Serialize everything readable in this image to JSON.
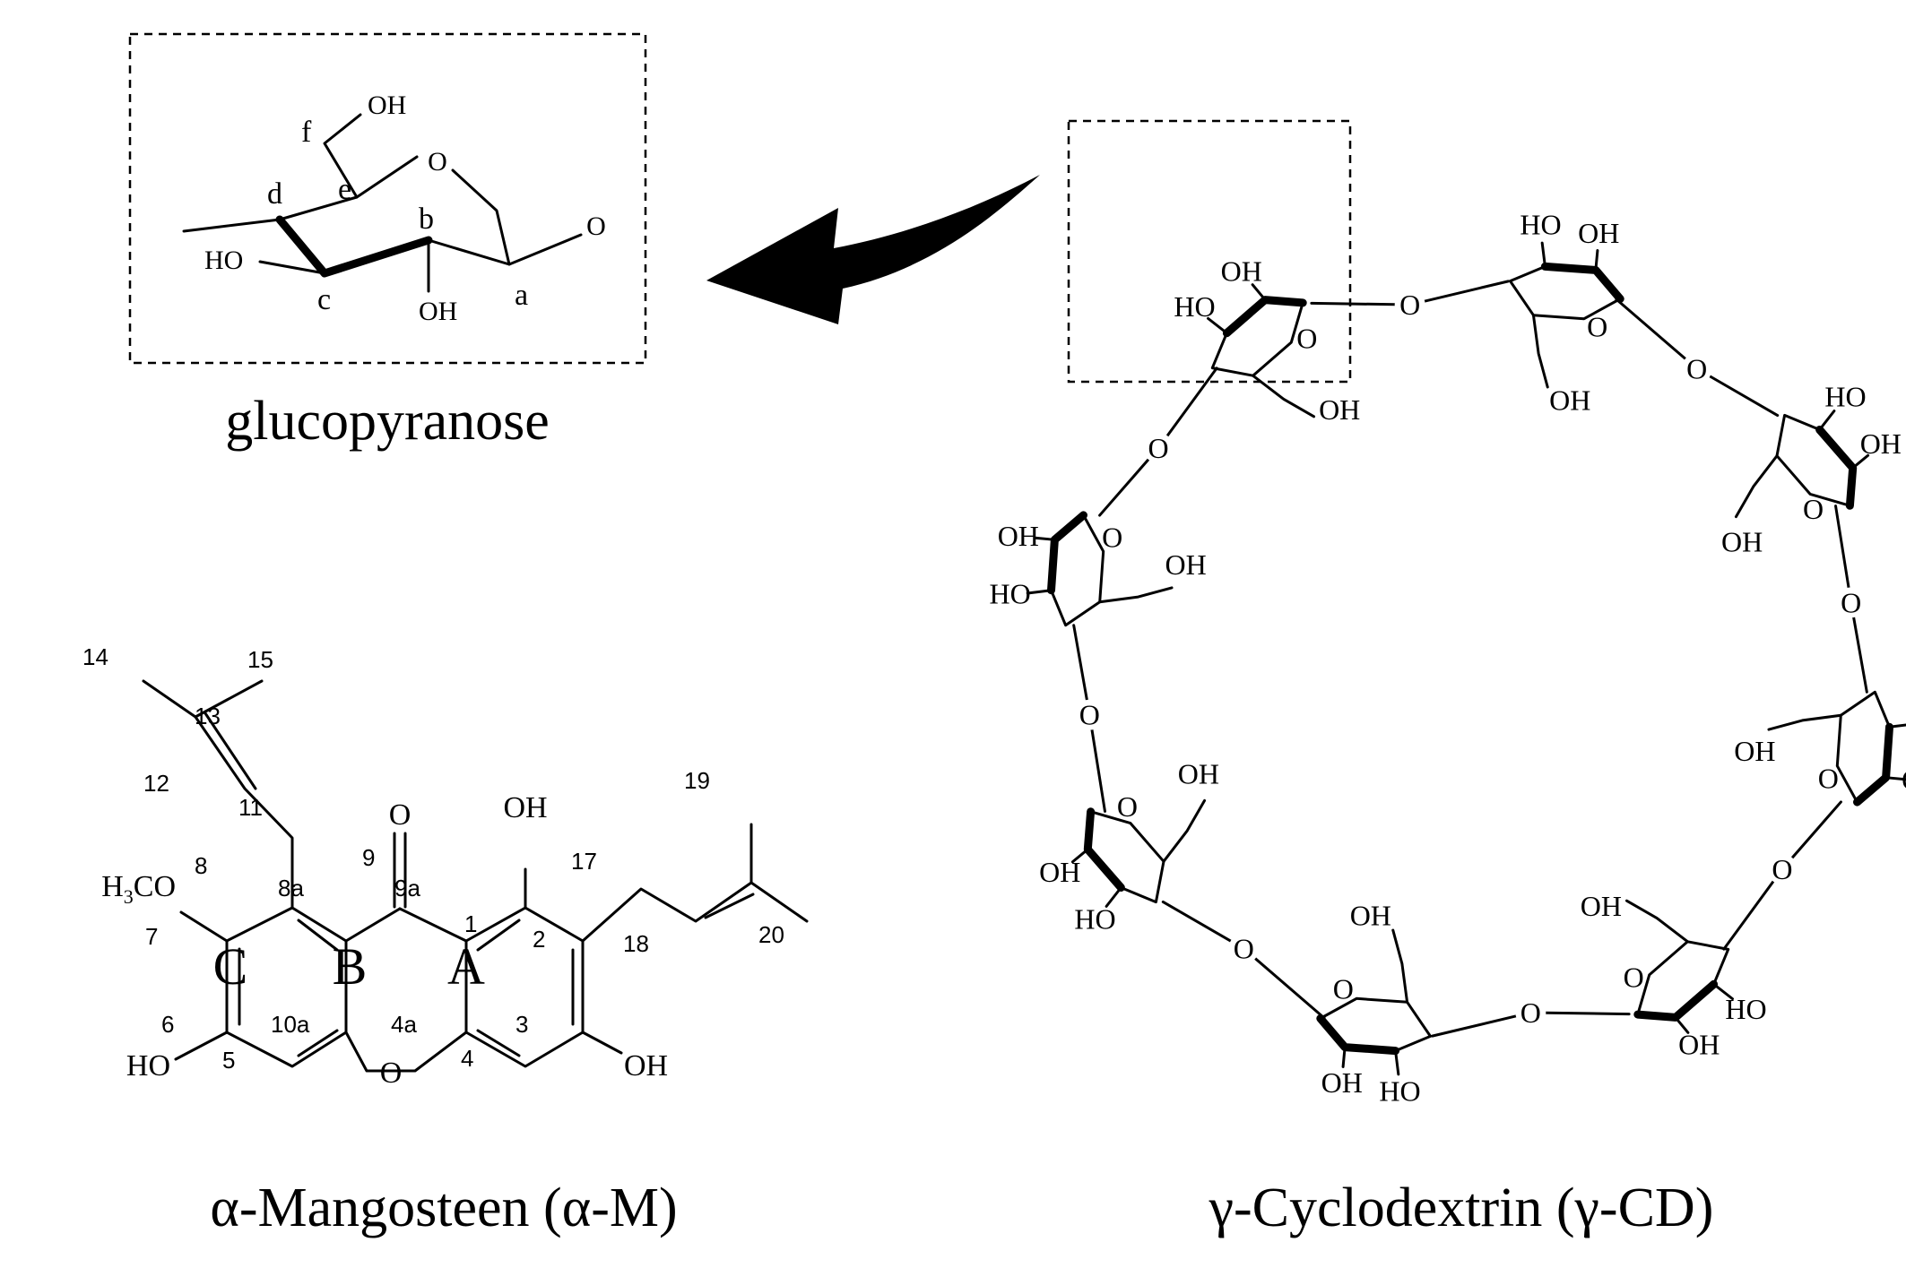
{
  "glucopyranose": {
    "caption": "glucopyranose",
    "atoms": {
      "ring_o": "O",
      "glyco_o": "O",
      "oh_f": "OH",
      "oh_c": "HO",
      "oh_b": "OH"
    },
    "positions": [
      "a",
      "b",
      "c",
      "d",
      "e",
      "f"
    ]
  },
  "mangosteen": {
    "caption": "α-Mangosteen (α-M)",
    "rings": [
      "A",
      "B",
      "C"
    ],
    "atoms": {
      "carbonyl_o": "O",
      "ether_o": "O",
      "oh_1": "OH",
      "oh_3": "OH",
      "oh_6": "HO",
      "methoxy": {
        "h": "H",
        "sub": "3",
        "rest": "CO"
      }
    },
    "numbers": [
      "1",
      "2",
      "3",
      "4",
      "4a",
      "5",
      "6",
      "7",
      "8",
      "8a",
      "9",
      "9a",
      "10a",
      "11",
      "12",
      "13",
      "14",
      "15",
      "17",
      "18",
      "19",
      "20"
    ]
  },
  "cyclodextrin": {
    "caption": "γ-Cyclodextrin (γ-CD)",
    "atom_labels": {
      "o": "O",
      "oh": "OH",
      "ho": "HO"
    }
  }
}
